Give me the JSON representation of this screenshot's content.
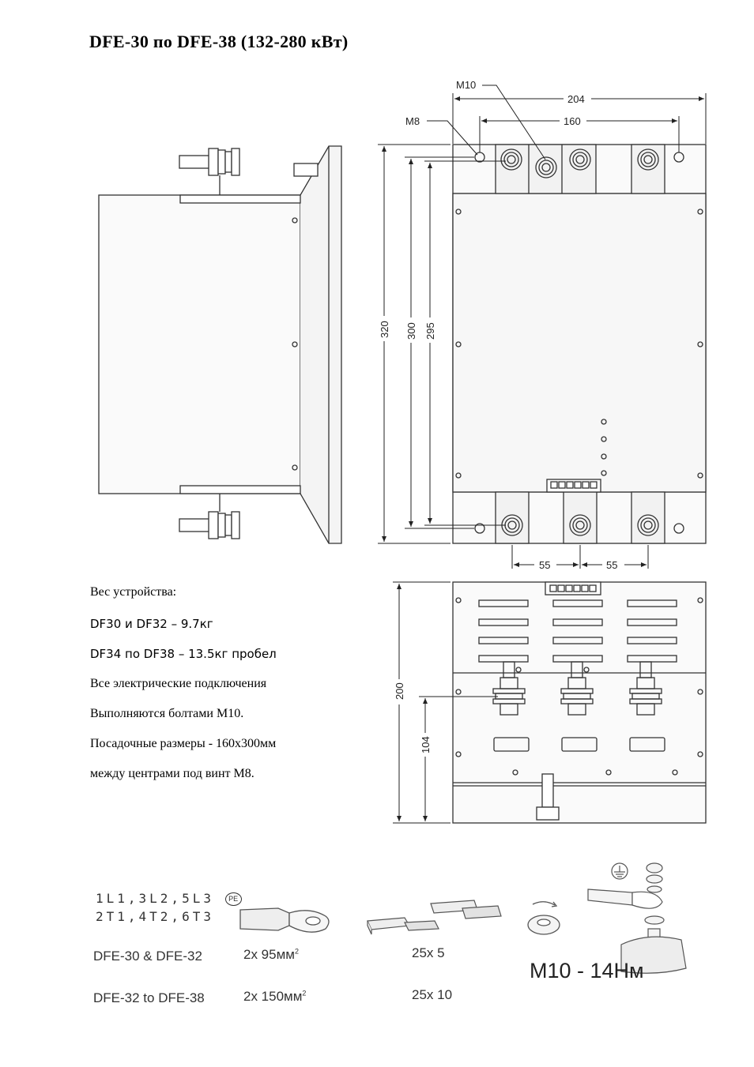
{
  "title": "DFE-30 по DFE-38 (132-280 кВт)",
  "dimensions": {
    "m10": "M10",
    "m8": "M8",
    "width_204": "204",
    "width_160": "160",
    "height_320": "320",
    "height_300": "300",
    "height_295": "295",
    "spacing_55_left": "55",
    "spacing_55_right": "55",
    "height_200": "200",
    "height_104": "104"
  },
  "info": {
    "weight_heading": "Вес устройства:",
    "weight_df30": "DF30 и DF32 – 9.7кг",
    "weight_df34": "DF34 по DF38 – 13.5кг пробел",
    "connections_1": "Все электрические подключения",
    "connections_2": "Выполняются болтами М10.",
    "mounting_1": "Посадочные размеры  - 160х300мм",
    "mounting_2": "между центрами под винт М8."
  },
  "connections": {
    "terminals_line1": "1L1,3L2,5L3",
    "terminals_line2": "2T1,4T2,6T3",
    "pe_label": "PE",
    "model_row1": "DFE-30 & DFE-32",
    "model_row2": "DFE-32 to DFE-38",
    "cable_row1": "2x 95мм",
    "cable_row2": "2x 150мм",
    "cable_sup": "2",
    "bar_row1": "25x 5",
    "bar_row2": "25x 10",
    "torque": "M10 - 14Нм"
  }
}
